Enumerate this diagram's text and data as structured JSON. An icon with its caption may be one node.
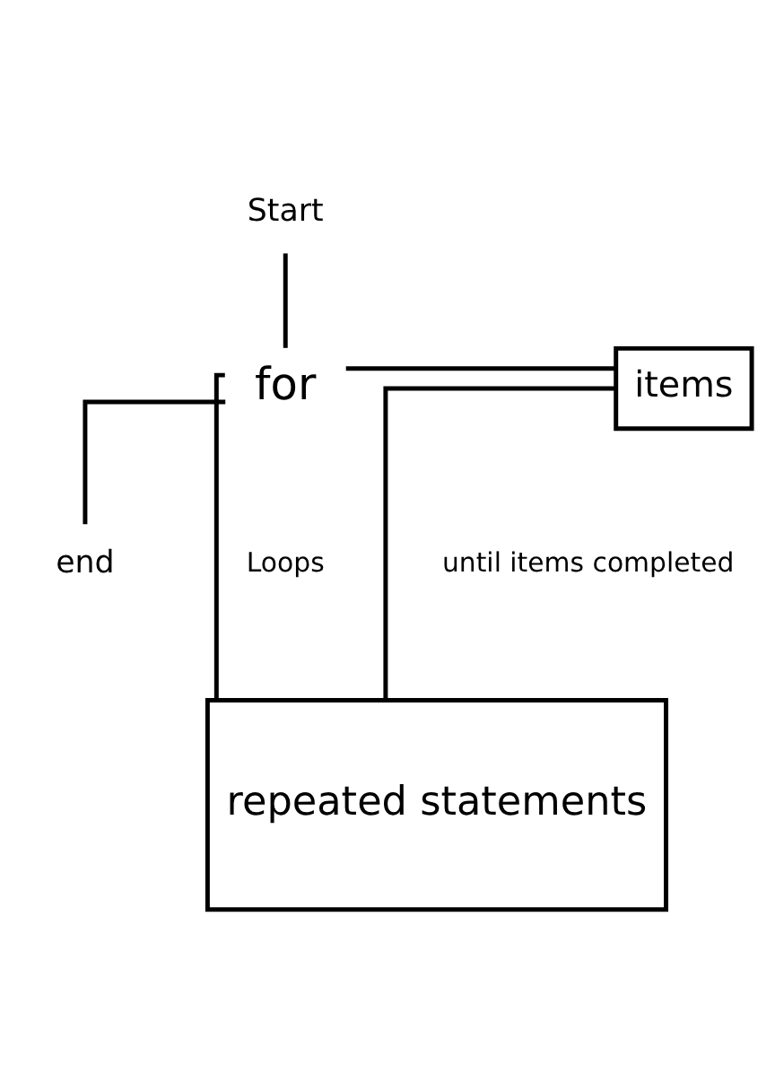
{
  "diagram": {
    "nodes": [
      {
        "text": [
          "Start"
        ]
      },
      {
        "text": [
          "for"
        ]
      },
      {
        "text": [
          "items"
        ]
      },
      {
        "text": [
          "repeated statements"
        ]
      },
      {
        "text": [
          "end"
        ]
      }
    ],
    "edges": [
      {
        "from": 0,
        "to": 1,
        "arrow": "none"
      },
      {
        "from": 1,
        "to": 4,
        "arrow": "none"
      },
      {
        "from": 1,
        "to": 2,
        "arrow": "none"
      },
      {
        "from": 1,
        "to": 3,
        "arrow": "none"
      },
      {
        "from": 2,
        "to": 3,
        "arrow": "none"
      }
    ],
    "labels": [
      "Loops",
      "until items completed"
    ]
  }
}
